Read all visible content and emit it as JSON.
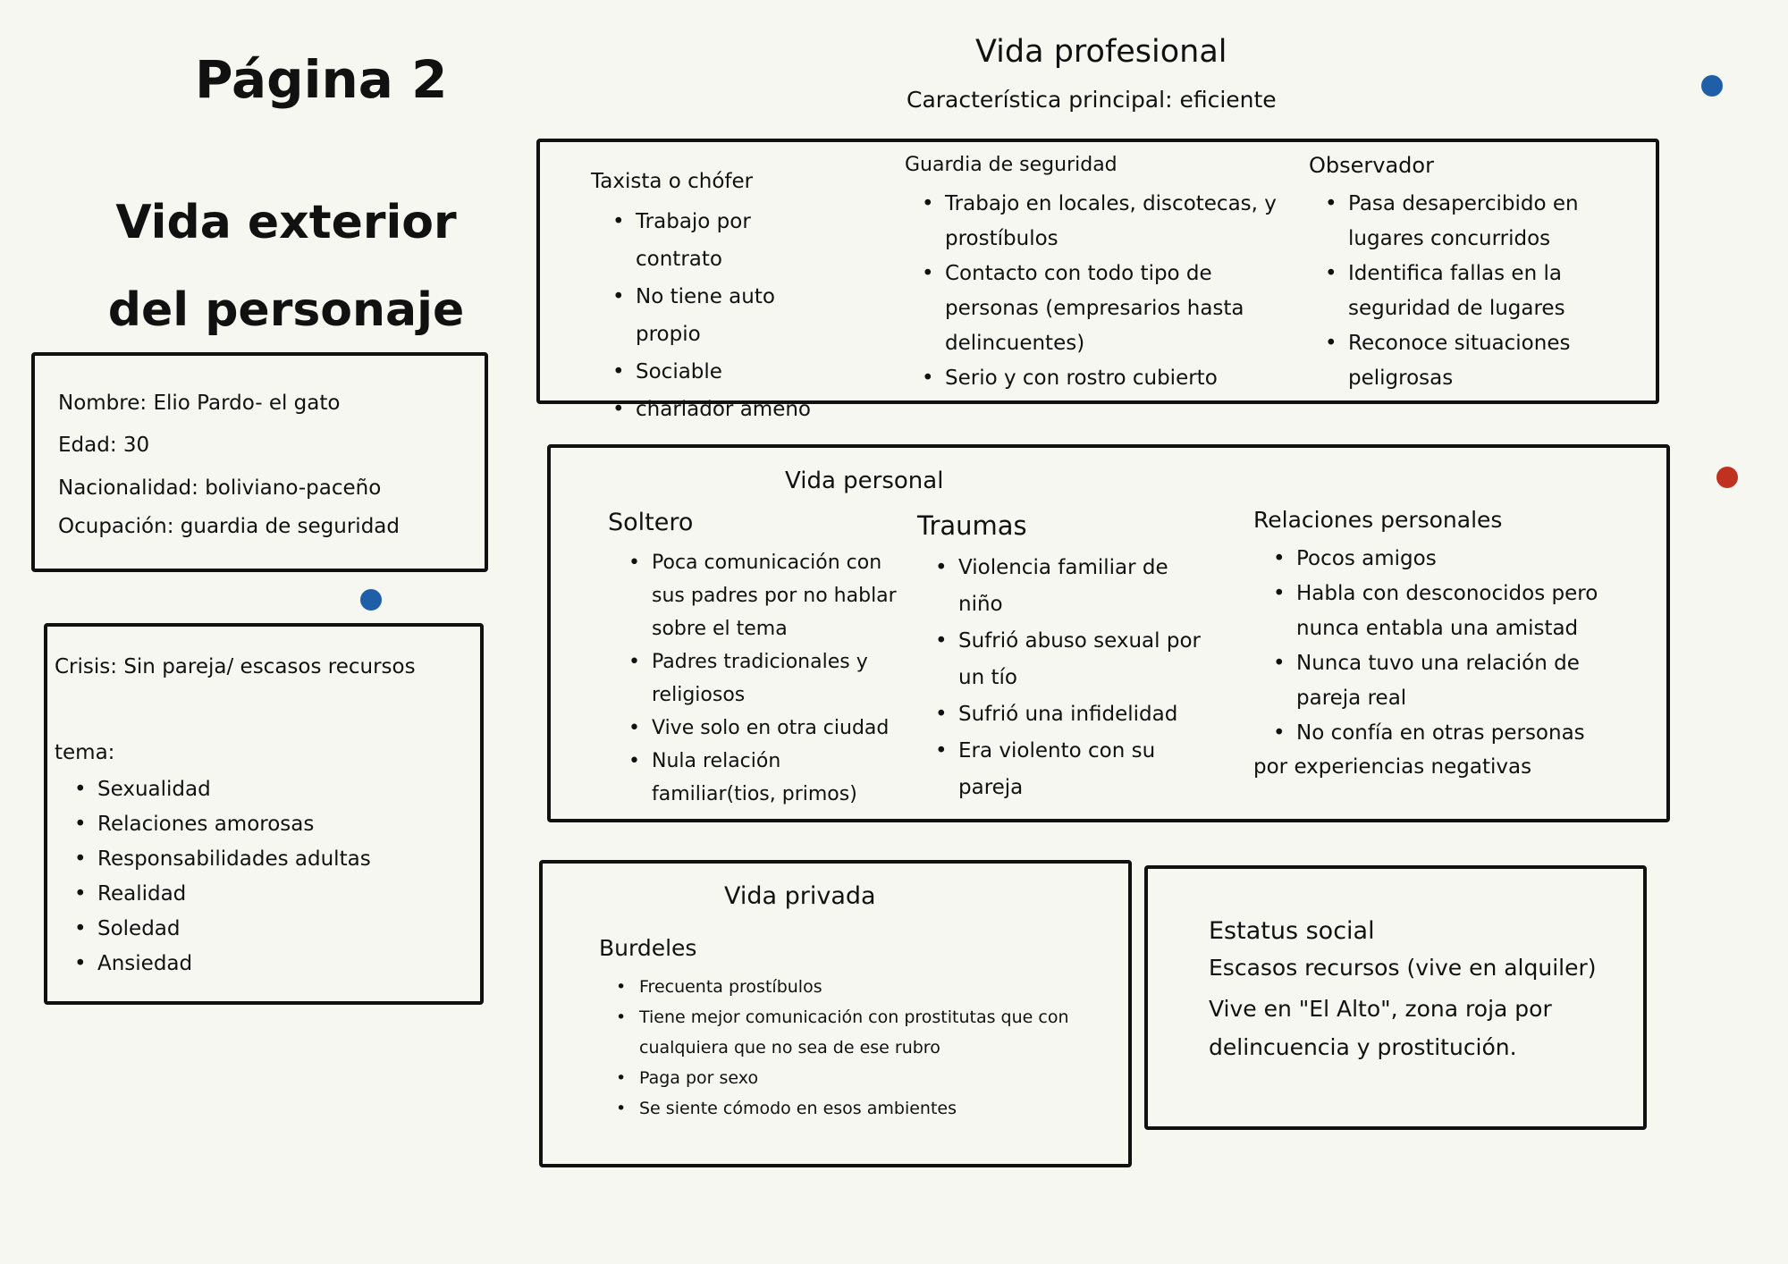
{
  "page_title": "Página 2",
  "exterior_title": "Vida exterior del personaje",
  "info": {
    "nombre": "Nombre: Elio Pardo- el gato",
    "edad": "Edad: 30",
    "nacionalidad": "Nacionalidad: boliviano-paceño",
    "ocupacion": "Ocupación: guardia de seguridad"
  },
  "crisis": {
    "crisis_line": "Crisis: Sin pareja/ escasos recursos",
    "tema_label": "tema:",
    "temas": [
      "Sexualidad",
      "Relaciones amorosas",
      "Responsabilidades adultas",
      "Realidad",
      "Soledad",
      "Ansiedad"
    ]
  },
  "profesional": {
    "title": "Vida profesional",
    "subtitle": "Característica principal: eficiente",
    "col1": {
      "heading": "Taxista o chófer",
      "items": [
        "Trabajo por contrato",
        "No tiene auto propio",
        "Sociable",
        " charlador ameno"
      ]
    },
    "col2": {
      "heading": "Guardia de seguridad",
      "items": [
        "Trabajo en locales, discotecas, y prostíbulos",
        "Contacto con todo tipo de personas (empresarios hasta delincuentes)",
        "Serio y con rostro cubierto"
      ]
    },
    "col3": {
      "heading": "Observador",
      "items": [
        "Pasa desapercibido en lugares concurridos",
        "Identifica fallas en la seguridad de lugares",
        "Reconoce situaciones peligrosas"
      ]
    }
  },
  "personal": {
    "title": "Vida personal",
    "col1": {
      "heading": "Soltero",
      "items": [
        "Poca comunicación con sus padres por no hablar sobre el tema",
        "Padres tradicionales y religiosos",
        "Vive solo en otra ciudad",
        "Nula relación familiar(tios, primos)"
      ]
    },
    "col2": {
      "heading": "Traumas",
      "items": [
        "Violencia familiar de niño",
        "Sufrió abuso sexual por un tío",
        "Sufrió una infidelidad",
        "Era violento con su pareja"
      ]
    },
    "col3": {
      "heading": "Relaciones personales",
      "items": [
        "Pocos amigos",
        "Habla con desconocidos pero nunca entabla una amistad",
        "Nunca tuvo una relación de pareja real",
        "No confía en otras personas"
      ],
      "tail": "por experiencias negativas"
    }
  },
  "privada": {
    "title": "Vida privada",
    "heading": "Burdeles",
    "items": [
      "Frecuenta prostíbulos",
      "Tiene mejor comunicación con prostitutas que con cualquiera que no sea de ese rubro",
      "Paga por sexo",
      "Se siente cómodo en esos ambientes"
    ]
  },
  "estatus": {
    "title": "Estatus social",
    "line1": "Escasos recursos (vive en alquiler)",
    "line2": "Vive en \"El Alto\", zona roja por delincuencia y prostitución."
  },
  "colors": {
    "dot_blue": "#1f5fa8",
    "dot_red": "#c0321f",
    "background": "#f7f7f1"
  }
}
